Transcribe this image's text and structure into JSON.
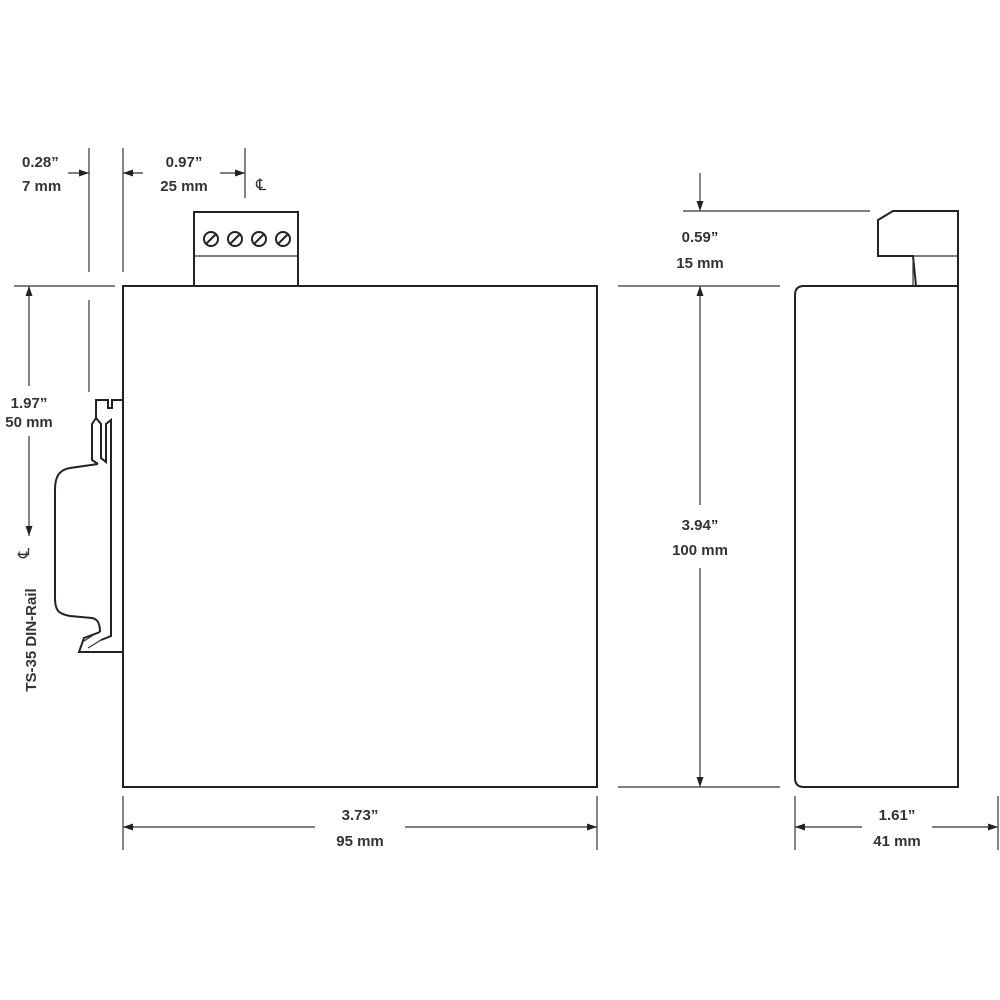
{
  "front_view": {
    "width_dim": {
      "inch": "3.73”",
      "mm": "95 mm"
    },
    "rail_offset_dim": {
      "inch": "0.28”",
      "mm": "7 mm"
    },
    "terminal_offset_dim": {
      "inch": "0.97”",
      "mm": "25 mm"
    },
    "rail_center_dim": {
      "inch": "1.97”",
      "mm": "50 mm"
    },
    "centerline_symbol": "℄",
    "rail_label": "TS-35 DIN-Rail",
    "terminal_screw_count": 4
  },
  "side_view": {
    "height_dim": {
      "inch": "3.94”",
      "mm": "100 mm"
    },
    "connector_height_dim": {
      "inch": "0.59”",
      "mm": "15 mm"
    },
    "depth_dim": {
      "inch": "1.61”",
      "mm": "41 mm"
    }
  },
  "colors": {
    "line": "#333333",
    "background": "#ffffff"
  }
}
